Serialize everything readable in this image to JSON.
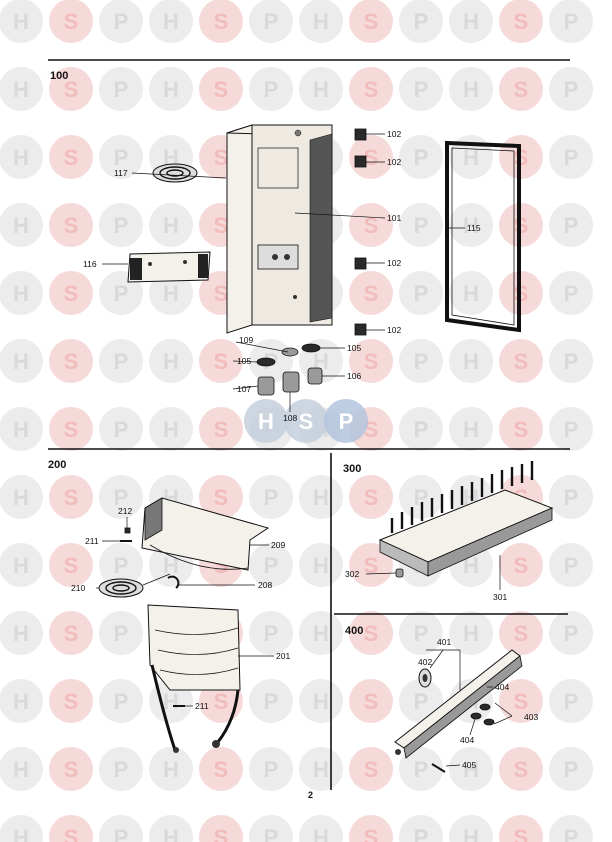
{
  "watermark": {
    "letters": [
      "H",
      "S",
      "P"
    ],
    "center_letters": [
      "H",
      "S",
      "P"
    ]
  },
  "page_number": "2",
  "sections": {
    "s100": {
      "label": "100"
    },
    "s200": {
      "label": "200"
    },
    "s300": {
      "label": "300"
    },
    "s400": {
      "label": "400"
    }
  },
  "callouts": {
    "c100": [
      "102",
      "102",
      "101",
      "102",
      "102",
      "115",
      "117",
      "116",
      "109",
      "105",
      "105",
      "106",
      "107",
      "108"
    ],
    "c200": [
      "212",
      "211",
      "209",
      "210",
      "208",
      "201",
      "211"
    ],
    "c300": [
      "302",
      "301"
    ],
    "c400": [
      "401",
      "402",
      "404",
      "403",
      "404",
      "405"
    ]
  }
}
